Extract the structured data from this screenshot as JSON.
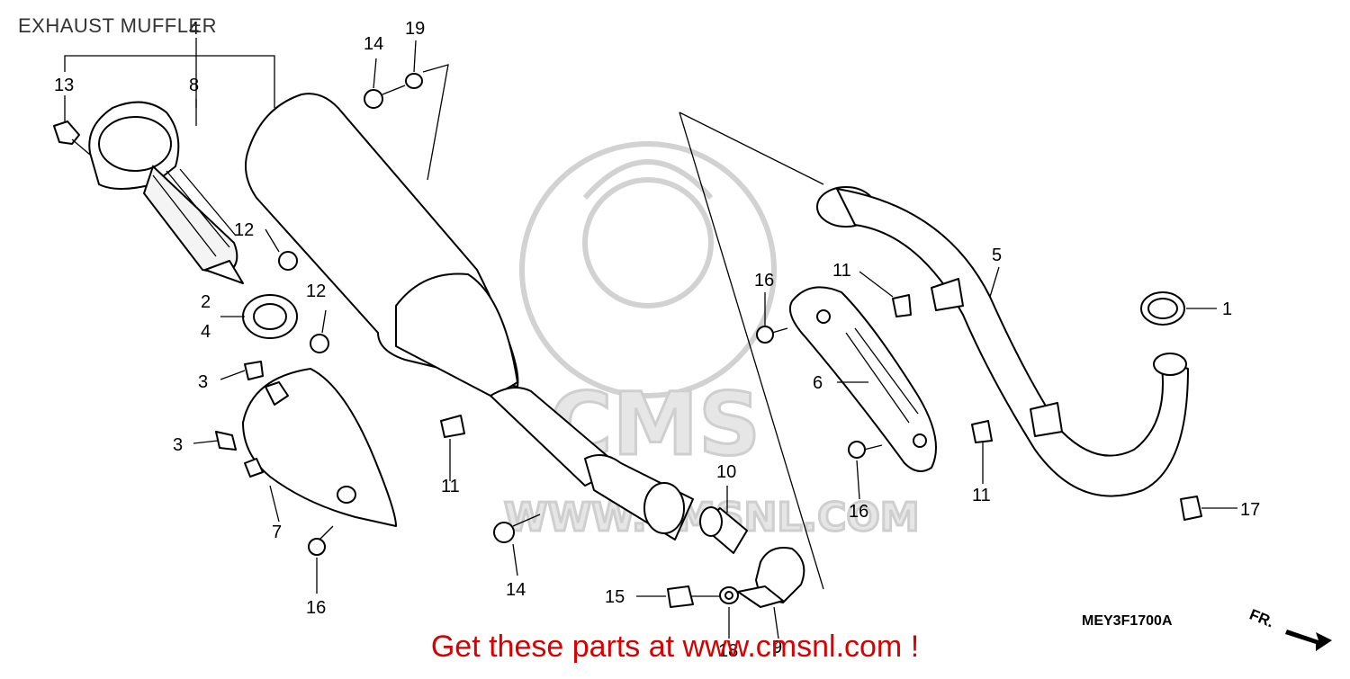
{
  "title": "EXHAUST MUFFLER",
  "diagram_code": "MEY3F1700A",
  "front_marker": "FR.",
  "promo_text": "Get these parts at www.cmsnl.com !",
  "watermark": {
    "logo": "CMS",
    "url": "WWW.CMSNL.COM"
  },
  "callouts": [
    {
      "id": "c-4-top",
      "text": "4"
    },
    {
      "id": "c-19",
      "text": "19"
    },
    {
      "id": "c-14-top",
      "text": "14"
    },
    {
      "id": "c-13",
      "text": "13"
    },
    {
      "id": "c-8",
      "text": "8"
    },
    {
      "id": "c-12-a",
      "text": "12"
    },
    {
      "id": "c-12-b",
      "text": "12"
    },
    {
      "id": "c-2",
      "text": "2"
    },
    {
      "id": "c-4-mid",
      "text": "4"
    },
    {
      "id": "c-3-a",
      "text": "3"
    },
    {
      "id": "c-3-b",
      "text": "3"
    },
    {
      "id": "c-7",
      "text": "7"
    },
    {
      "id": "c-16-left",
      "text": "16"
    },
    {
      "id": "c-11-left",
      "text": "11"
    },
    {
      "id": "c-14-bottom",
      "text": "14"
    },
    {
      "id": "c-10",
      "text": "10"
    },
    {
      "id": "c-15",
      "text": "15"
    },
    {
      "id": "c-18",
      "text": "18"
    },
    {
      "id": "c-9",
      "text": "9"
    },
    {
      "id": "c-16-top",
      "text": "16"
    },
    {
      "id": "c-11-top",
      "text": "11"
    },
    {
      "id": "c-5",
      "text": "5"
    },
    {
      "id": "c-1",
      "text": "1"
    },
    {
      "id": "c-6",
      "text": "6"
    },
    {
      "id": "c-16-right",
      "text": "16"
    },
    {
      "id": "c-11-right",
      "text": "11"
    },
    {
      "id": "c-17",
      "text": "17"
    }
  ]
}
